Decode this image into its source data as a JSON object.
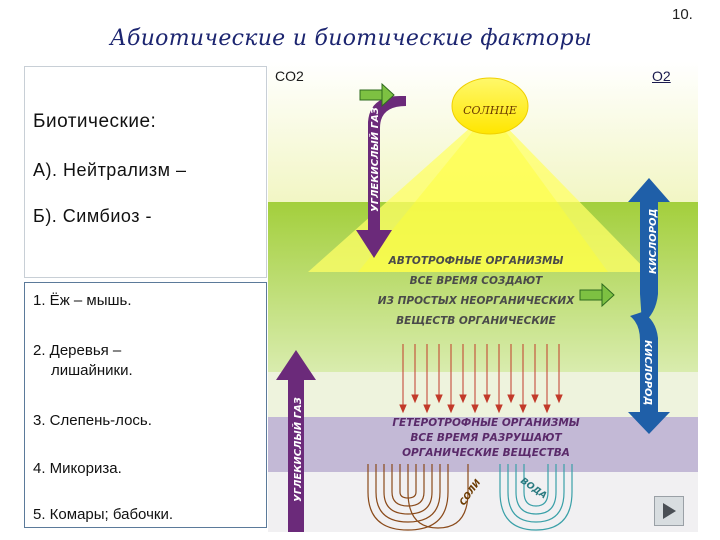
{
  "slide": {
    "title": "Абиотические и биотические факторы",
    "number": "10."
  },
  "left_panel": {
    "heading": "Биотические:",
    "line_a": "А). Нейтрализм –",
    "line_b": "Б). Симбиоз -"
  },
  "examples": {
    "items": [
      "1.  Ёж – мышь.",
      "2.  Деревья –",
      "лишайники.",
      "3.  Слепень-лось.",
      "4. Микориза.",
      "5. Комары; бабочки."
    ]
  },
  "diagram": {
    "co2_label": "CO2",
    "o2_label": "O2",
    "sun_label": "СОЛНЦЕ",
    "co2_arrow_top": "УГЛЕКИСЛЫЙ ГАЗ",
    "co2_arrow_bottom": "УГЛЕКИСЛЫЙ ГАЗ",
    "o2_arrow_top": "КИСЛОРОД",
    "o2_arrow_bottom": "КИСЛОРОД",
    "autotroph_lines": [
      "АВТОТРОФНЫЕ ОРГАНИЗМЫ",
      "ВСЕ ВРЕМЯ СОЗДАЮТ",
      "ИЗ ПРОСТЫХ НЕОРГАНИЧЕСКИХ",
      "ВЕЩЕСТВ ОРГАНИЧЕСКИЕ"
    ],
    "heterotroph_lines": [
      "ГЕТЕРОТРОФНЫЕ ОРГАНИЗМЫ",
      "ВСЕ ВРЕМЯ РАЗРУШАЮТ",
      "ОРГАНИЧЕСКИЕ ВЕЩЕСТВА"
    ],
    "salts_label": "СОЛИ",
    "water_label": "ВОДА"
  },
  "colors": {
    "title": "#1c2570",
    "co2_arrow": "#6b2a7a",
    "o2_arrow": "#1f5fa8",
    "sun": "#fff200",
    "green_band": "#a3cf3c",
    "lavender_band": "#c3b9d6"
  },
  "icons": {
    "nav": "triangle-right-icon",
    "inline_arrow": "green-arrow-icon"
  }
}
